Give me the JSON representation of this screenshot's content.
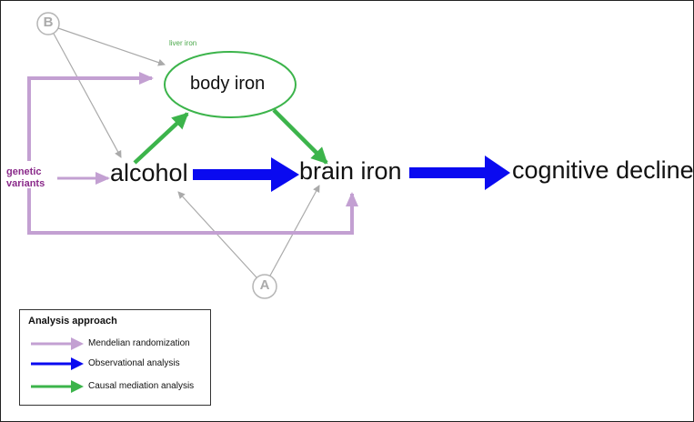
{
  "nodes": {
    "b": "B",
    "a": "A",
    "liver_iron": "liver iron",
    "body_iron": "body iron",
    "genetic_variants": "genetic variants",
    "alcohol": "alcohol",
    "brain_iron": "brain iron",
    "cognitive_decline": "cognitive decline"
  },
  "legend": {
    "title": "Analysis approach",
    "items": [
      {
        "label": "Mendelian randomization",
        "color": "#c3a0d2",
        "type": "mendelian"
      },
      {
        "label": "Observational analysis",
        "color": "#0a0af0",
        "type": "observational"
      },
      {
        "label": "Causal mediation analysis",
        "color": "#3cb44b",
        "type": "mediation"
      }
    ]
  },
  "colors": {
    "mendelian": "#c3a0d2",
    "observational": "#0a0af0",
    "mediation": "#3cb44b",
    "confounder": "#aaaaaa"
  }
}
